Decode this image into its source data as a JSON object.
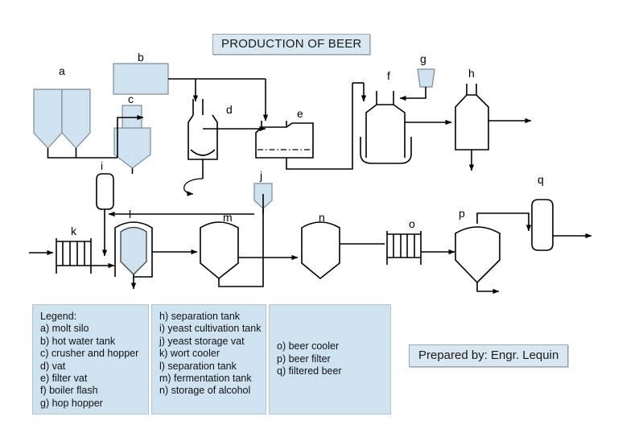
{
  "title": {
    "text": "PRODUCTION OF BEER"
  },
  "signature": {
    "text": "Prepared by: Engr. Lequin"
  },
  "legend": {
    "heading": "Legend:",
    "column1": [
      "a) molt silo",
      "b) hot water tank",
      "c) crusher and hopper",
      "d) vat",
      "e) filter vat",
      "f) boiler flash",
      "g) hop hopper"
    ],
    "column2": [
      "h) separation tank",
      "i) yeast cultivation tank",
      "j) yeast storage vat",
      "k) wort cooler",
      "l) separation tank",
      "m) fermentation tank",
      "n) storage of alcohol"
    ],
    "column3": [
      "o) beer cooler",
      "p) beer filter",
      "q) filtered beer"
    ]
  },
  "equipment": [
    {
      "id": "a",
      "label": "a",
      "name": "molt silo"
    },
    {
      "id": "b",
      "label": "b",
      "name": "hot water tank"
    },
    {
      "id": "c",
      "label": "c",
      "name": "crusher and hopper"
    },
    {
      "id": "d",
      "label": "d",
      "name": "vat"
    },
    {
      "id": "e",
      "label": "e",
      "name": "filter vat"
    },
    {
      "id": "f",
      "label": "f",
      "name": "boiler flash"
    },
    {
      "id": "g",
      "label": "g",
      "name": "hop hopper"
    },
    {
      "id": "h",
      "label": "h",
      "name": "separation tank"
    },
    {
      "id": "i",
      "label": "i",
      "name": "yeast cultivation tank"
    },
    {
      "id": "j",
      "label": "j",
      "name": "yeast storage vat"
    },
    {
      "id": "k",
      "label": "k",
      "name": "wort cooler"
    },
    {
      "id": "l",
      "label": "l",
      "name": "separation tank"
    },
    {
      "id": "m",
      "label": "m",
      "name": "fermentation tank"
    },
    {
      "id": "n",
      "label": "n",
      "name": "storage of alcohol"
    },
    {
      "id": "o",
      "label": "o",
      "name": "beer cooler"
    },
    {
      "id": "p",
      "label": "p",
      "name": "beer filter"
    },
    {
      "id": "q",
      "label": "q",
      "name": "filtered beer"
    }
  ],
  "colors": {
    "vessel_fill": "#cfe2f0",
    "vessel_stroke": "#7a8b99",
    "line": "#000000",
    "box_fill": "#d9e7f2",
    "legend_fill": "#cfe2f0"
  }
}
